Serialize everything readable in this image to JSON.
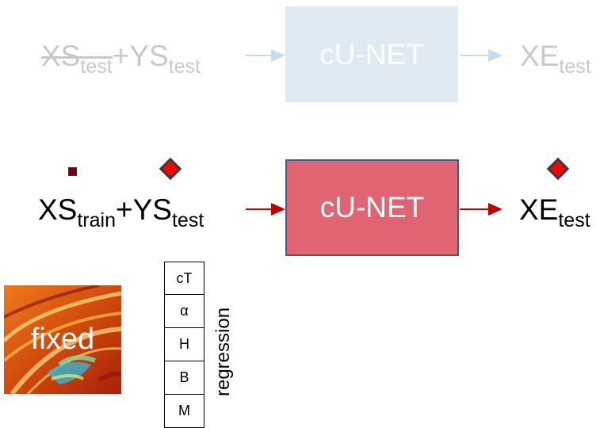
{
  "top_row": {
    "input": {
      "x_main": "XS",
      "x_sub": "test",
      "plus": "+",
      "y_main": "YS",
      "y_sub": "test"
    },
    "model_label": "cU-NET",
    "output": {
      "main": "XE",
      "sub": "test"
    }
  },
  "main_row": {
    "input": {
      "x_main": "XS",
      "x_sub": "train",
      "plus": "+",
      "y_main": "YS",
      "y_sub": "test"
    },
    "model_label": "cU-NET",
    "output": {
      "main": "XE",
      "sub": "test"
    }
  },
  "image_panel": {
    "label": "fixed"
  },
  "regression": {
    "label": "regression",
    "params": [
      "cT",
      "α",
      "H",
      "B",
      "M"
    ]
  },
  "colors": {
    "faded_text": "#c9c9c9",
    "faded_box": "#dfeaf2",
    "faded_arrow": "#c7dcec",
    "main_box": "#e06472",
    "main_box_border": "#3e5f86",
    "main_arrow": "#c00000",
    "marker_fill": "#ff0000",
    "small_marker": "#7a0000"
  }
}
